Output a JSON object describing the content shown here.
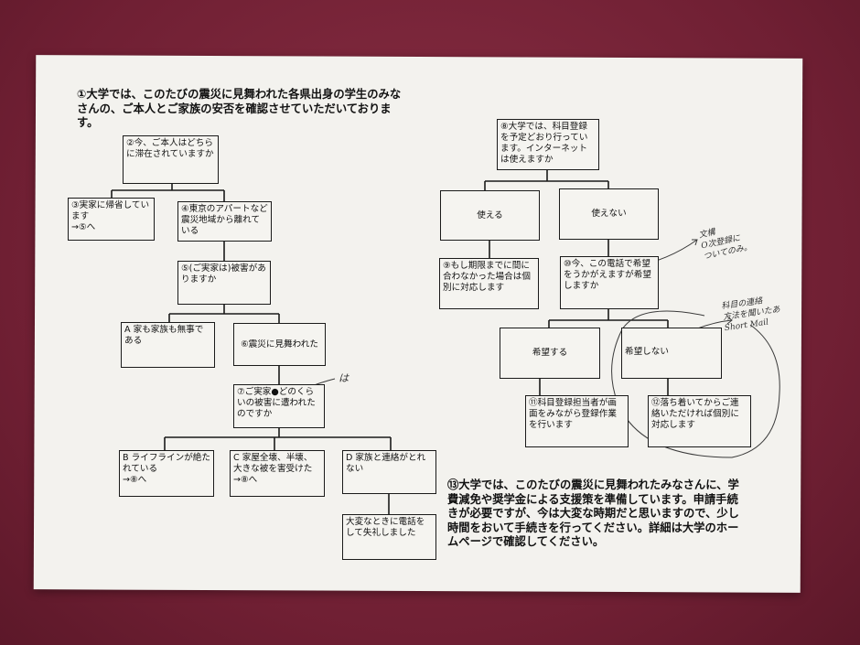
{
  "intro": "①大学では、このたびの震災に見舞われた各県出身の学生のみなさんの、ご本人とご家族の安否を確認させていただいております。",
  "closing": "⑬大学では、このたびの震災に見舞われたみなさんに、学費減免や奨学金による支援策を準備しています。申請手続きが必要ですが、今は大変な時期だと思いますので、少し時間をおいて手続きを行ってください。詳細は大学のホームページで確認してください。",
  "boxes": {
    "b2": "②今、ご本人はどちらに滞在されていますか",
    "b3": "③実家に帰省しています\n→⑤へ",
    "b4": "④東京のアパートなど震災地域から離れている",
    "b5": "⑤(ご実家は)被害がありますか",
    "bA": "A 家も家族も無事である",
    "b6": "⑥震災に見舞われた",
    "b7": "⑦ご実家●どのくらいの被害に遭われたのですか",
    "bB": "B ライフラインが絶たれている\n→⑧へ",
    "bC": "C 家屋全壊、半壊、大きな被を害受けた\n→⑧へ",
    "bD": "D 家族と連絡がとれない",
    "bDs": "大変なときに電話をして失礼しました",
    "b8": "⑧大学では、科目登録を予定どおり行っています。インターネットは使えますか",
    "use": "使える",
    "nouse": "使えない",
    "b9": "⑨もし期限までに間に合わなかった場合は個別に対応します",
    "b10": "⑩今、この電話で希望をうかがえますが希望しますか",
    "hope": "希望する",
    "nohope": "希望しない",
    "b11": "⑪科目登録担当者が画面をみながら登録作業を行います",
    "b12": "⑫落ち着いてからご連絡いただければ個別に対応します"
  },
  "handwriting": {
    "note1": "は",
    "note2": "文構\nO次登録に\nついてのみ。",
    "note3": "科目の連絡\n方法を聞いたあ\nShort Mail"
  }
}
